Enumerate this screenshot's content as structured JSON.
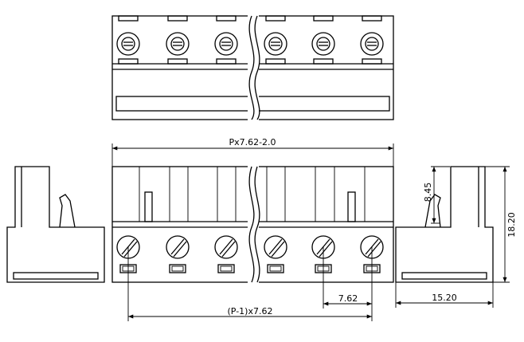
{
  "drawing": {
    "dimensions": {
      "overall_width": "Px7.62-2.0",
      "total_pitch": "(P-1)x7.62",
      "pitch": "7.62",
      "height": "18.20",
      "depth": "15.20",
      "hook_height": "8.45"
    },
    "colors": {
      "line": "#000000",
      "background": "#ffffff"
    },
    "icons": [
      "screw-terminal-icon",
      "wire-entry-icon",
      "break-line-icon"
    ]
  }
}
